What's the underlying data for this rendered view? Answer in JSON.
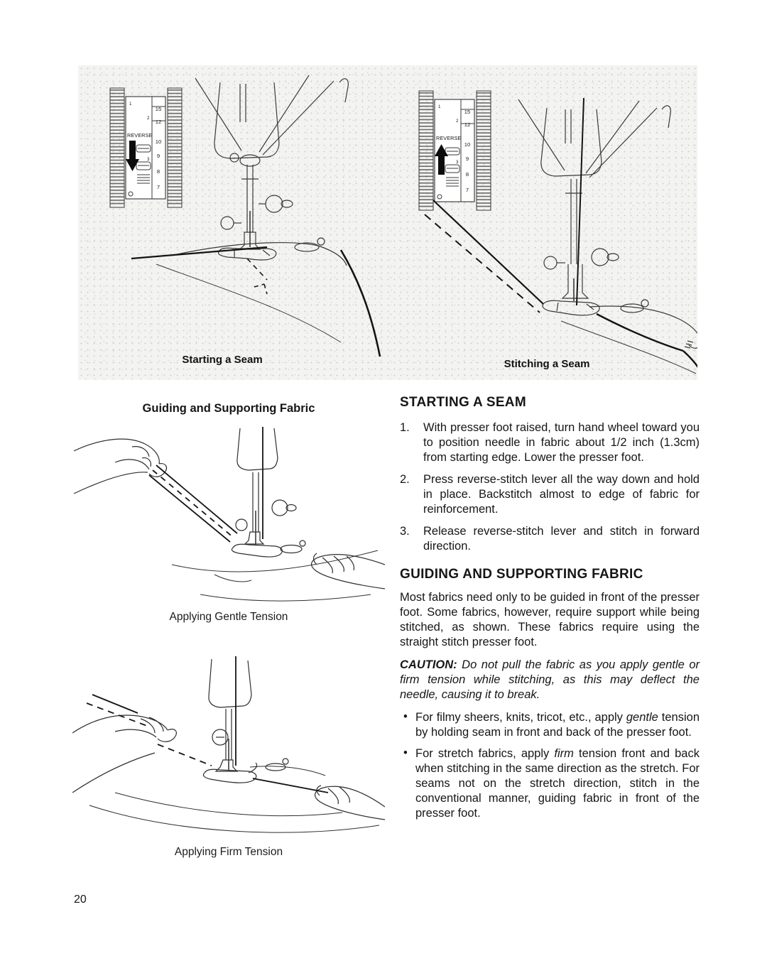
{
  "page": {
    "number": "20"
  },
  "top_photos": {
    "left": {
      "caption": "Starting a Seam",
      "dial": {
        "label": "REVERSE",
        "scale": [
          "15",
          "12",
          "10",
          "9",
          "8",
          "7"
        ],
        "marks": [
          "1",
          "2",
          "3"
        ],
        "arrow": "down"
      }
    },
    "right": {
      "caption": "Stitching a Seam",
      "dial": {
        "label": "REVERSE",
        "scale": [
          "15",
          "12",
          "10",
          "9",
          "8",
          "7"
        ],
        "marks": [
          "1",
          "2",
          "3"
        ],
        "arrow": "up"
      }
    }
  },
  "left_column": {
    "heading": "Guiding and Supporting Fabric",
    "figure1_caption": "Applying Gentle Tension",
    "figure2_caption": "Applying Firm Tension"
  },
  "starting_a_seam": {
    "heading": "STARTING A SEAM",
    "items": [
      {
        "num": "1.",
        "text": "With presser foot raised, turn hand wheel toward you to position needle in fabric about 1/2 inch (1.3cm) from starting edge. Lower the presser foot."
      },
      {
        "num": "2.",
        "text": "Press reverse-stitch lever all the way down and hold in place. Backstitch almost to edge of fabric for reinforcement."
      },
      {
        "num": "3.",
        "text": "Release reverse-stitch lever and stitch in forward direction."
      }
    ]
  },
  "guiding_fabric": {
    "heading": "GUIDING AND SUPPORTING FABRIC",
    "intro": "Most fabrics need only to be guided in front of the presser foot. Some fabrics, however, require support while being stitched, as shown. These fabrics require using the straight stitch presser foot.",
    "caution_label": "CAUTION:",
    "caution_text": " Do not pull the fabric as you apply gentle or firm tension while stitching, as this may deflect the needle, causing it to break.",
    "bullet_marker": "•",
    "bullets": [
      {
        "pre": "For filmy sheers, knits, tricot, etc., apply ",
        "em": "gentle",
        "post": " tension by holding seam in front and back of the presser foot."
      },
      {
        "pre": "For stretch fabrics, apply ",
        "em": "firm",
        "post": " tension front and back when stitching in the same direction as the stretch. For seams not on the stretch direction, stitch in the conventional manner, guiding fabric in front of the presser foot."
      }
    ]
  }
}
